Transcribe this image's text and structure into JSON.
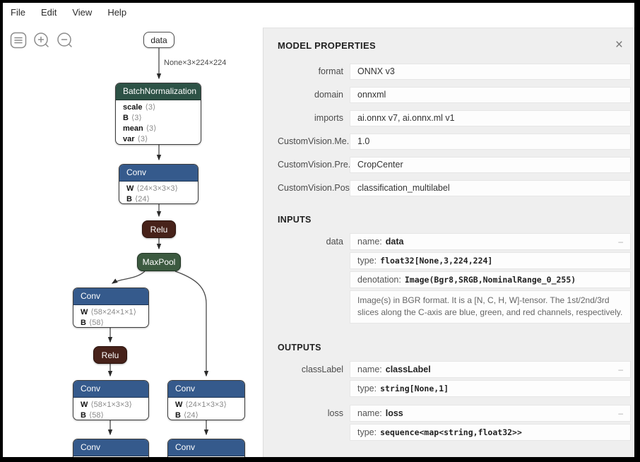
{
  "menu": {
    "items": [
      "File",
      "Edit",
      "View",
      "Help"
    ]
  },
  "toolbar": {
    "icons": [
      "menu-icon",
      "zoom-in-icon",
      "zoom-out-icon"
    ]
  },
  "colors": {
    "conv_header": "#355a8c",
    "norm_header": "#2d5246",
    "pool_fill": "#3c5a40",
    "pool_border": "#1f3322",
    "activation_fill": "#47221a",
    "activation_border": "#2a120c",
    "panel_bg": "#efefef",
    "edge": "#4a4a4a"
  },
  "graph": {
    "edge_label": "None×3×224×224",
    "data_node": "data",
    "bn": {
      "title": "BatchNormalization",
      "params": [
        {
          "n": "scale",
          "d": "⟨3⟩"
        },
        {
          "n": "B",
          "d": "⟨3⟩"
        },
        {
          "n": "mean",
          "d": "⟨3⟩"
        },
        {
          "n": "var",
          "d": "⟨3⟩"
        }
      ]
    },
    "conv1": {
      "title": "Conv",
      "params": [
        {
          "n": "W",
          "d": "⟨24×3×3×3⟩"
        },
        {
          "n": "B",
          "d": "⟨24⟩"
        }
      ]
    },
    "relu1": {
      "title": "Relu"
    },
    "maxpool": {
      "title": "MaxPool"
    },
    "conv2": {
      "title": "Conv",
      "params": [
        {
          "n": "W",
          "d": "⟨58×24×1×1⟩"
        },
        {
          "n": "B",
          "d": "⟨58⟩"
        }
      ]
    },
    "relu2": {
      "title": "Relu"
    },
    "conv3": {
      "title": "Conv",
      "params": [
        {
          "n": "W",
          "d": "⟨58×1×3×3⟩"
        },
        {
          "n": "B",
          "d": "⟨58⟩"
        }
      ]
    },
    "conv4": {
      "title": "Conv",
      "params": [
        {
          "n": "W",
          "d": "⟨24×1×3×3⟩"
        },
        {
          "n": "B",
          "d": "⟨24⟩"
        }
      ]
    },
    "conv5": {
      "title": "Conv"
    },
    "conv6": {
      "title": "Conv"
    }
  },
  "panel": {
    "title": "MODEL PROPERTIES",
    "close_icon": "×",
    "properties": [
      {
        "label": "format",
        "value": "ONNX v3"
      },
      {
        "label": "domain",
        "value": "onnxml"
      },
      {
        "label": "imports",
        "value": "ai.onnx v7, ai.onnx.ml v1"
      },
      {
        "label": "CustomVision.Me...",
        "value": "1.0"
      },
      {
        "label": "CustomVision.Pre...",
        "value": "CropCenter"
      },
      {
        "label": "CustomVision.Pos...",
        "value": "classification_multilabel"
      }
    ],
    "inputs": {
      "heading": "INPUTS",
      "items": [
        {
          "label": "data",
          "name_key": "name:",
          "name": "data",
          "collapse": "–",
          "type_key": "type:",
          "type": "float32[None,3,224,224]",
          "denotation_key": "denotation:",
          "denotation": "Image(Bgr8,SRGB,NominalRange_0_255)",
          "description": "Image(s) in BGR format. It is a [N, C, H, W]-tensor. The 1st/2nd/3rd slices along the C-axis are blue, green, and red channels, respectively."
        }
      ]
    },
    "outputs": {
      "heading": "OUTPUTS",
      "items": [
        {
          "label": "classLabel",
          "name_key": "name:",
          "name": "classLabel",
          "collapse": "–",
          "type_key": "type:",
          "type": "string[None,1]"
        },
        {
          "label": "loss",
          "name_key": "name:",
          "name": "loss",
          "collapse": "–",
          "type_key": "type:",
          "type": "sequence<map<string,float32>>"
        }
      ]
    }
  }
}
